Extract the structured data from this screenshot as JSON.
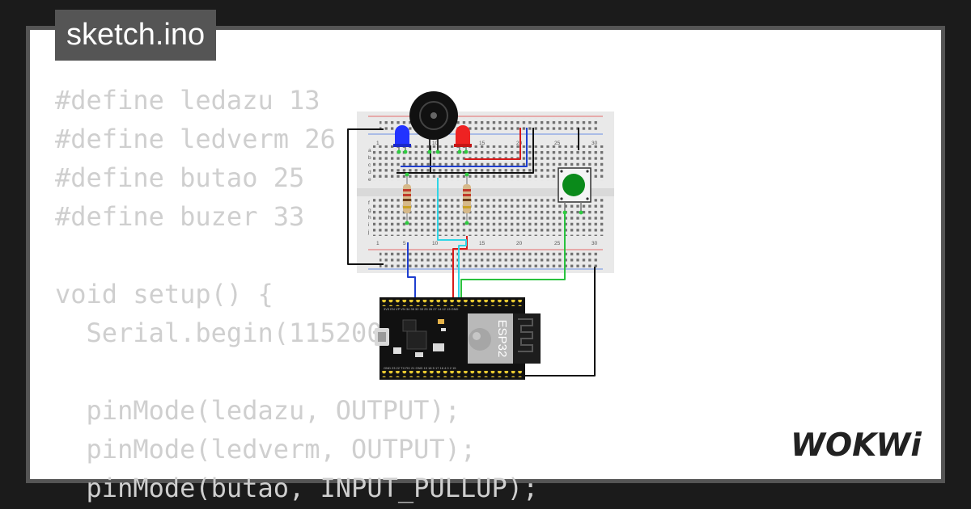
{
  "title": "sketch.ino",
  "code_lines": [
    "#define ledazu 13",
    "#define ledverm 26",
    "#define butao 25",
    "#define buzer 33",
    "",
    "void setup() {",
    "  Serial.begin(115200);",
    "",
    "  pinMode(ledazu, OUTPUT);",
    "  pinMode(ledverm, OUTPUT);",
    "  pinMode(butao, INPUT_PULLUP);"
  ],
  "breadboard": {
    "column_numbers": [
      "1",
      "5",
      "10",
      "15",
      "20",
      "25",
      "30"
    ],
    "row_letters_top": [
      "a",
      "b",
      "c",
      "d",
      "e"
    ],
    "row_letters_bottom": [
      "f",
      "g",
      "h",
      "i",
      "j"
    ]
  },
  "esp32": {
    "label": "ESP32",
    "top_pins": "3V3 EN VP VN 34 35 32 33 25 26 27 14 12 13 GND",
    "bottom_pins": "GND 23 22 TX RX 21 GND 19 18 5 17 16 4 0 2 15"
  },
  "brand": "WOKWi",
  "colors": {
    "wire_blue": "#1f3fcf",
    "wire_red": "#d81b1b",
    "wire_black": "#111111",
    "wire_cyan": "#2fd5e6",
    "wire_green": "#29c23f",
    "led_blue": "#2233ff",
    "led_red": "#ee2222",
    "button": "#0a8a1a"
  }
}
